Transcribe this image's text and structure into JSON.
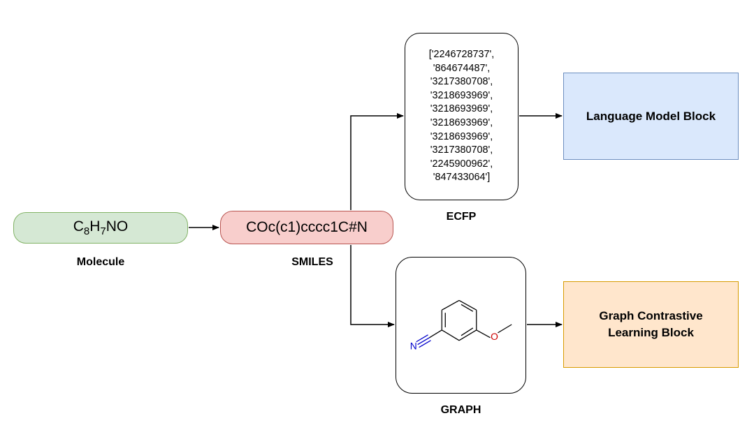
{
  "molecule": {
    "formula_parts": [
      {
        "text": "C",
        "sub": "8"
      },
      {
        "text": "H",
        "sub": "7"
      },
      {
        "text": "NO",
        "sub": ""
      }
    ],
    "caption": "Molecule",
    "fill": "#d5e8d4",
    "stroke": "#82b366"
  },
  "smiles": {
    "text": "COc(c1)cccc1C#N",
    "caption": "SMILES",
    "fill": "#f8cecc",
    "stroke": "#b85450"
  },
  "ecfp": {
    "lines": [
      "['2246728737',",
      "'864674487',",
      "'3217380708',",
      "'3218693969',",
      "'3218693969',",
      "'3218693969',",
      "'3218693969',",
      "'3217380708',",
      "'2245900962',",
      "'847433064']"
    ],
    "caption": "ECFP"
  },
  "graph": {
    "caption": "GRAPH",
    "atom_labels": {
      "nitrogen": "N",
      "oxygen": "O"
    },
    "nitrogen_color": "#0000cc",
    "oxygen_color": "#cc0000"
  },
  "language_model_block": {
    "label": "Language Model Block",
    "fill": "#dae8fc",
    "stroke": "#6c8ebf"
  },
  "graph_contrastive_block": {
    "label": "Graph Contrastive Learning Block",
    "fill": "#ffe6cc",
    "stroke": "#d79b00"
  }
}
